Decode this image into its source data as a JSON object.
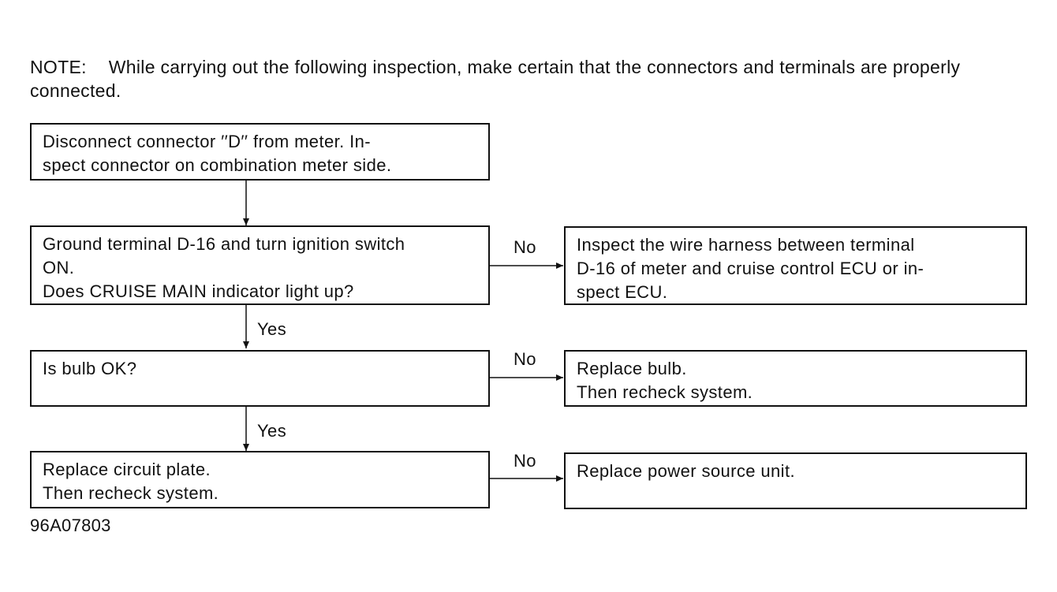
{
  "note": {
    "label": "NOTE:",
    "text": "While carrying out the following inspection, make certain that the connectors and terminals are properly connected."
  },
  "flowchart": {
    "steps": [
      {
        "lines": [
          "Disconnect connector ′′D′′ from meter. In-",
          "spect connector on combination meter side."
        ]
      },
      {
        "lines": [
          "Ground terminal D-16 and turn ignition switch",
          "ON.",
          "Does CRUISE MAIN indicator light up?"
        ],
        "no_label": "No",
        "no_action": [
          "Inspect the wire harness between terminal",
          "D-16 of meter and cruise control ECU or in-",
          "spect ECU."
        ],
        "yes_label": "Yes"
      },
      {
        "lines": [
          "Is bulb OK?"
        ],
        "no_label": "No",
        "no_action": [
          "Replace bulb.",
          "Then recheck system."
        ],
        "yes_label": "Yes"
      },
      {
        "lines": [
          "Replace circuit plate.",
          "Then recheck system."
        ],
        "no_label": "No",
        "no_action": [
          "Replace power source unit."
        ]
      }
    ]
  },
  "figure_code": "96A07803"
}
